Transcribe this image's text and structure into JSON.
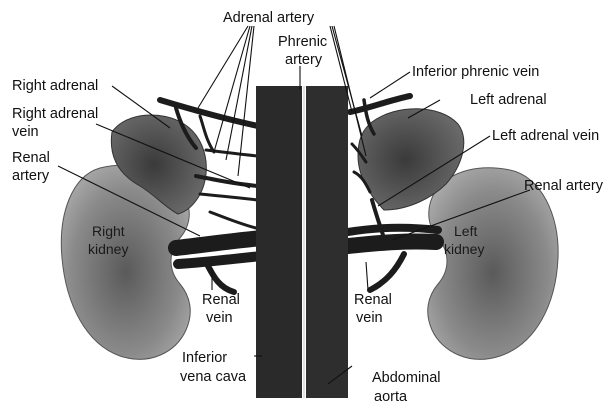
{
  "labels": {
    "adrenal_artery": "Adrenal artery",
    "phrenic_artery_line1": "Phrenic",
    "phrenic_artery_line2": "artery",
    "inferior_phrenic_vein": "Inferior phrenic vein",
    "right_adrenal": "Right adrenal",
    "right_adrenal_vein_line1": "Right adrenal",
    "right_adrenal_vein_line2": "vein",
    "left_adrenal": "Left adrenal",
    "left_adrenal_vein": "Left adrenal vein",
    "renal_artery_left_line1": "Renal",
    "renal_artery_left_line2": "artery",
    "renal_artery_right": "Renal artery",
    "right_kidney_line1": "Right",
    "right_kidney_line2": "kidney",
    "left_kidney_line1": "Left",
    "left_kidney_line2": "kidney",
    "renal_vein_right_line1": "Renal",
    "renal_vein_right_line2": "vein",
    "renal_vein_left_line1": "Renal",
    "renal_vein_left_line2": "vein",
    "ivc_line1": "Inferior",
    "ivc_line2": "vena cava",
    "aorta_line1": "Abdominal",
    "aorta_line2": "aorta"
  },
  "colors": {
    "ink": "#111111",
    "vessel_dark": "#262626",
    "kidney_fill": "#8c8c8c",
    "adrenal_fill": "#555555"
  }
}
